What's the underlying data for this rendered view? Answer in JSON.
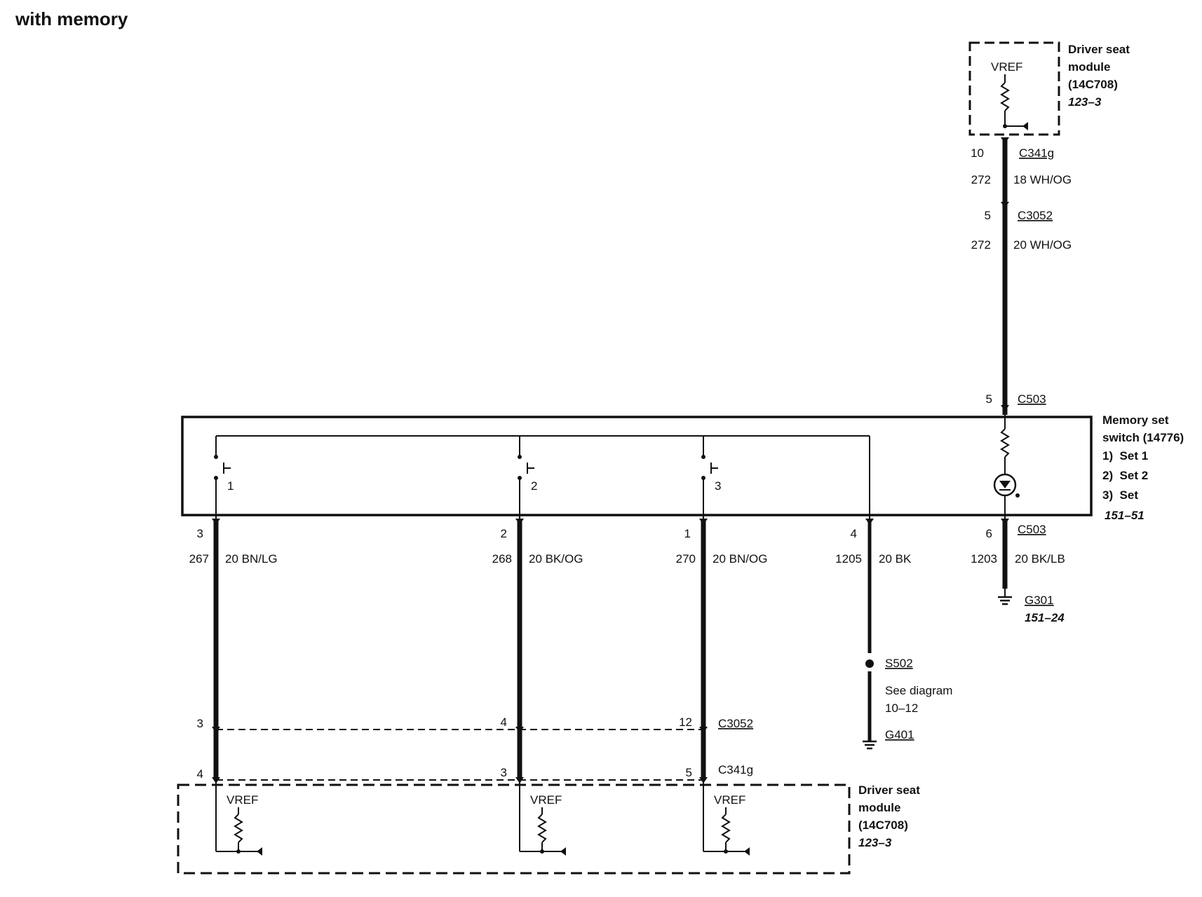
{
  "title": "with memory",
  "colors": {
    "ink": "#111111",
    "background": "#ffffff"
  },
  "top_module": {
    "vref": "VREF",
    "label": [
      "Driver seat",
      "module",
      "(14C708)"
    ],
    "ref": "123–3"
  },
  "top_wire": {
    "c341g_pin": "10",
    "c341g": "C341g",
    "circuit_a": "272",
    "wire_a": "18 WH/OG",
    "c3052_pin": "5",
    "c3052": "C3052",
    "circuit_b": "272",
    "wire_b": "20 WH/OG",
    "c503_pin": "5",
    "c503": "C503"
  },
  "memory_switch": {
    "label": [
      "Memory set",
      "switch (14776)"
    ],
    "items": [
      "1)  Set 1",
      "2)  Set 2",
      "3)  Set"
    ],
    "ref": "151–51",
    "switch_nums": [
      "1",
      "2",
      "3"
    ]
  },
  "wires": [
    {
      "pin": "3",
      "circuit": "267",
      "wire": "20 BN/LG"
    },
    {
      "pin": "2",
      "circuit": "268",
      "wire": "20 BK/OG"
    },
    {
      "pin": "1",
      "circuit": "270",
      "wire": "20 BN/OG"
    },
    {
      "pin": "4",
      "circuit": "1205",
      "wire": "20 BK"
    },
    {
      "pin": "6",
      "circuit": "1203",
      "wire": "20 BK/LB",
      "connector": "C503"
    }
  ],
  "ground_g301": {
    "label": "G301",
    "ref": "151–24"
  },
  "splice": {
    "label": "S502",
    "see": [
      "See diagram",
      "10–12"
    ],
    "ground": "G401"
  },
  "c3052_row": {
    "pins": [
      "3",
      "4",
      "12"
    ],
    "label": "C3052"
  },
  "c341g_row": {
    "pins": [
      "4",
      "3",
      "5"
    ],
    "label": "C341g"
  },
  "bottom_module": {
    "vref": [
      "VREF",
      "VREF",
      "VREF"
    ],
    "label": [
      "Driver seat",
      "module",
      "(14C708)"
    ],
    "ref": "123–3"
  }
}
